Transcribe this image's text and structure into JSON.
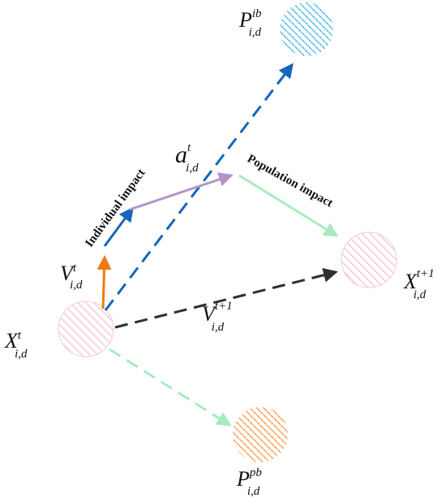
{
  "labels": {
    "x_current": {
      "main": "X",
      "sup": "t",
      "sub": "i,d"
    },
    "x_next": {
      "main": "X",
      "sup": "t+1",
      "sub": "i,d"
    },
    "v_current": {
      "main": "V",
      "sup": "t",
      "sub": "i,d"
    },
    "v_next": {
      "main": "V",
      "sup": "t+1",
      "sub": "i,d"
    },
    "a": {
      "main": "a",
      "sup": "t",
      "sub": "i,d"
    },
    "p_ib": {
      "main": "P",
      "sup": "ib",
      "sub": "i,d"
    },
    "p_pb": {
      "main": "P",
      "sup": "pb",
      "sub": "i,d"
    },
    "individual_impact": "Individual impact",
    "population_impact": "Population impact"
  },
  "colors": {
    "x_circle": "#f4a3ad",
    "p_ib_circle": "#1ea7e4",
    "p_pb_circle": "#ff7f1a",
    "v_current_arrow": "#f07a12",
    "individual_arrow": "#1466b8",
    "a_arrow": "#b494c8",
    "population_arrow": "#a6ecc0",
    "ib_dashed": "#1466b8",
    "v_next_dashed": "#303030",
    "pb_dashed": "#a6ecc0"
  }
}
